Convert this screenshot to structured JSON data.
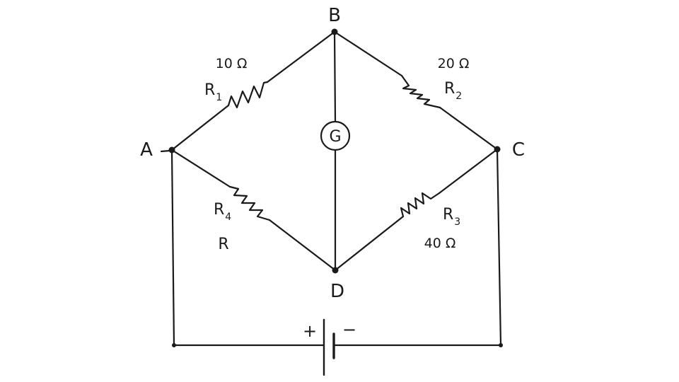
{
  "nodes": {
    "a": "A",
    "b": "B",
    "c": "C",
    "d": "D"
  },
  "galvanometer": "G",
  "resistors": {
    "r1": {
      "name": "R",
      "sub": "1",
      "value": "10 Ω"
    },
    "r2": {
      "name": "R",
      "sub": "2",
      "value": "20 Ω"
    },
    "r3": {
      "name": "R",
      "sub": "3",
      "value": "40 Ω"
    },
    "r4": {
      "name": "R",
      "sub": "4",
      "value": "R"
    }
  },
  "battery": {
    "plus": "+",
    "minus": "−"
  }
}
